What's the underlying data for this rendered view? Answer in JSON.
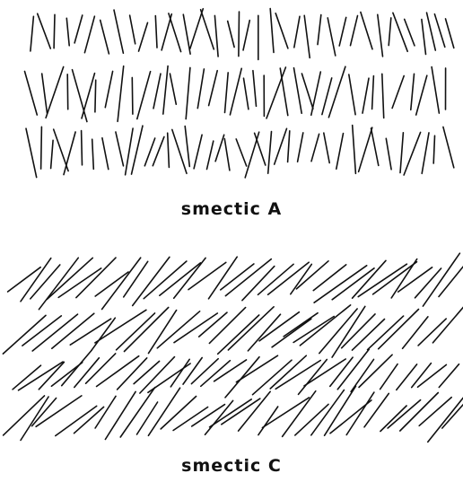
{
  "panels": [
    {
      "id": "smectic-a",
      "caption": "smectic A",
      "layers": 3,
      "molecule_orientation": "along layer normal (vertical, small random tilt)"
    },
    {
      "id": "smectic-c",
      "caption": "smectic C",
      "layers": 4,
      "molecule_orientation": "uniformly tilted with respect to layer normal"
    }
  ],
  "colors": {
    "background": "#ffffff",
    "ink": "#111111"
  }
}
